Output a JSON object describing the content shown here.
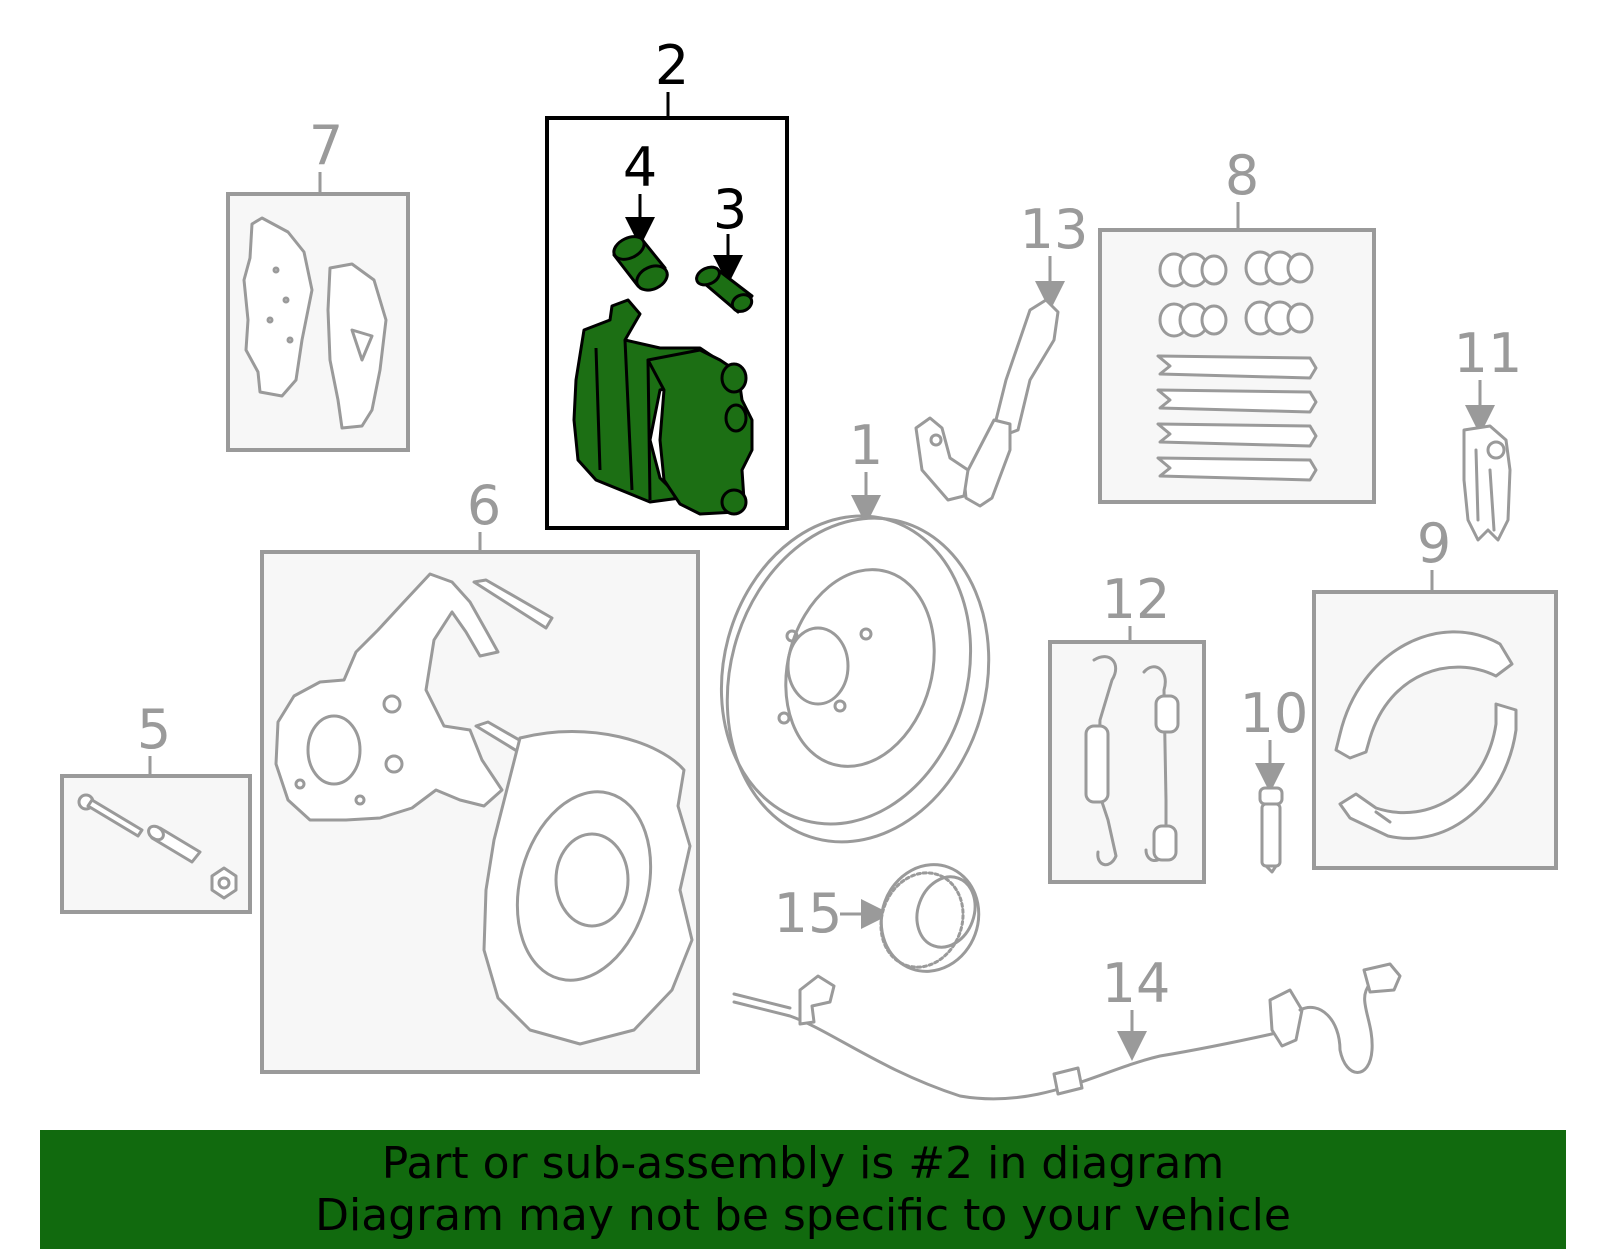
{
  "callouts": {
    "c1": "1",
    "c2": "2",
    "c3": "3",
    "c4": "4",
    "c5": "5",
    "c6": "6",
    "c7": "7",
    "c8": "8",
    "c9": "9",
    "c10": "10",
    "c11": "11",
    "c12": "12",
    "c13": "13",
    "c14": "14",
    "c15": "15"
  },
  "banner": {
    "line1": "Part or sub-assembly is #2 in diagram",
    "line2": "Diagram may not be specific to your vehicle"
  },
  "colors": {
    "highlight": "#1c6f14",
    "banner": "#116a0e",
    "line_grey": "#9a9a9a"
  }
}
